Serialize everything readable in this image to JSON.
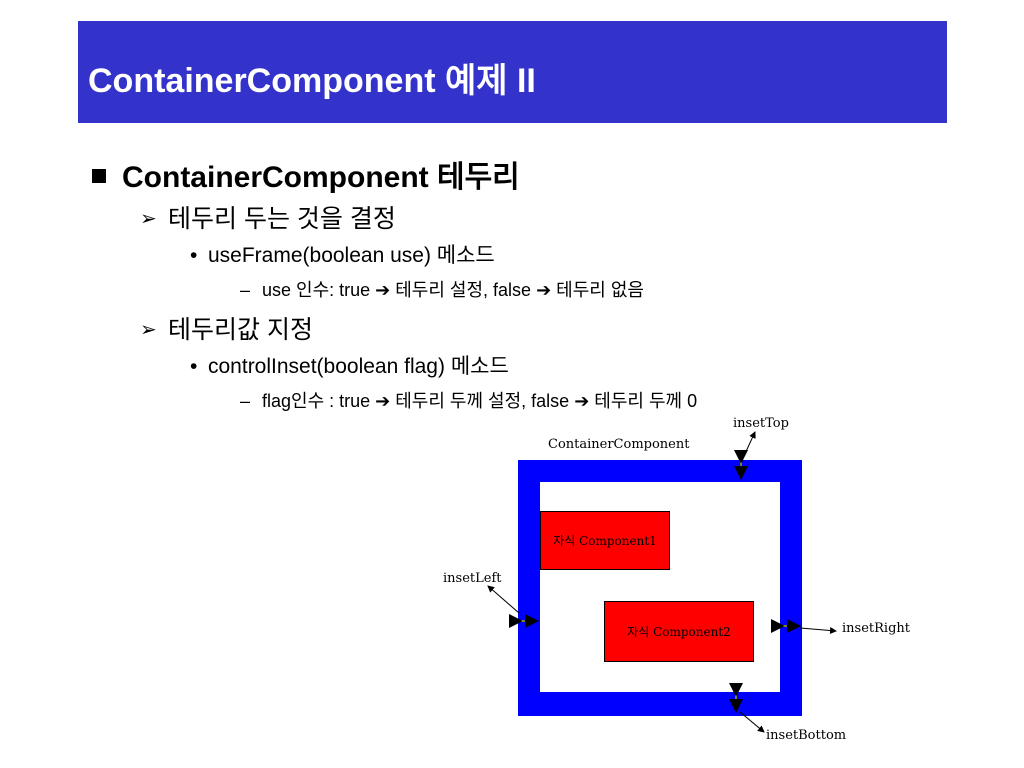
{
  "title": "ContainerComponent 예제 II",
  "heading": "ContainerComponent 테두리",
  "sections": [
    {
      "subheading": "테두리 두는 것을 결정",
      "method": "useFrame(boolean use) 메소드",
      "detail": "use 인수: true ➔ 테두리 설정, false ➔ 테두리 없음"
    },
    {
      "subheading": "테두리값 지정",
      "method": "controlInset(boolean flag) 메소드",
      "detail": "flag인수 : true ➔ 테두리 두께 설정, false ➔ 테두리 두께 0"
    }
  ],
  "diagram": {
    "container_label": "ContainerComponent",
    "child1_label": "자식 Component1",
    "child2_label": "자식 Component2",
    "inset_top": "insetTop",
    "inset_left": "insetLeft",
    "inset_right": "insetRight",
    "inset_bottom": "insetBottom"
  },
  "colors": {
    "title_bar": "#3333cc",
    "frame": "#0000ff",
    "child": "#ff0000"
  }
}
